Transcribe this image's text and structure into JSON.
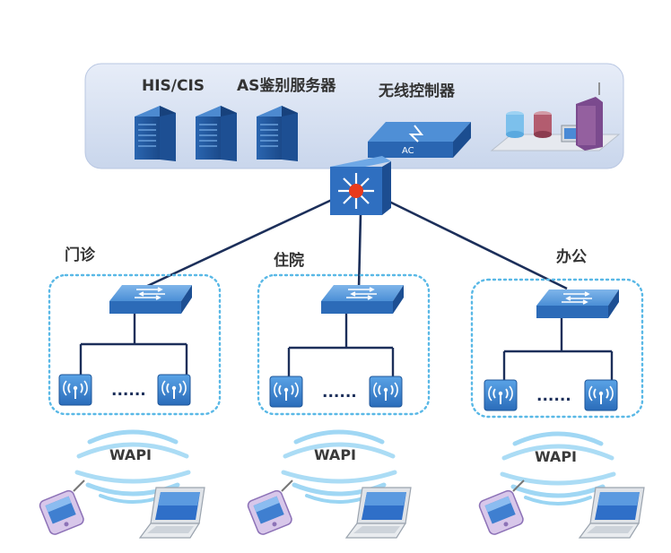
{
  "datacenter": {
    "his_label": "HIS/CIS",
    "as_label": "AS鉴别服务器",
    "ac_label": "无线控制器",
    "ac_device_text": "AC"
  },
  "zones": [
    {
      "label": "门诊",
      "dots": "......",
      "wapi": "WAPI"
    },
    {
      "label": "住院",
      "dots": "......",
      "wapi": "WAPI"
    },
    {
      "label": "办公",
      "dots": "......",
      "wapi": "WAPI"
    }
  ],
  "colors": {
    "panel_fill": "#d8e2f2",
    "device_blue": "#2f6fb5",
    "dotted_border": "#59b8e6",
    "link_line": "#1c2f5a",
    "core_star": "#e83a1c"
  }
}
